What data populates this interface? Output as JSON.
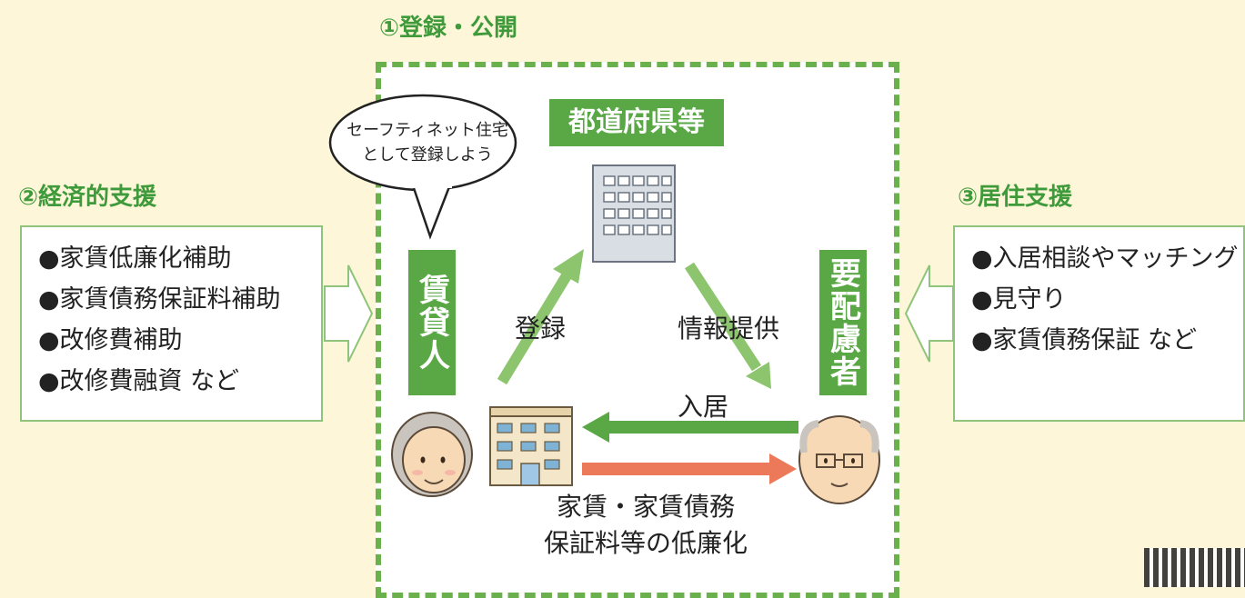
{
  "sections": {
    "registration": "①登録・公開",
    "economic": "②経済的支援",
    "residential": "③居住支援"
  },
  "center_org": "都道府県等",
  "landlord": "賃貸人",
  "tenant": "要配慮者",
  "speech_bubble": [
    "セーフティネット住宅",
    "として登録しよう"
  ],
  "arrows": {
    "register": "登録",
    "info": "情報提供",
    "move_in": "入居",
    "reduction": [
      "家賃・家賃債務",
      "保証料等の低廉化"
    ]
  },
  "economic_items": [
    "●家賃低廉化補助",
    "●家賃債務保証料補助",
    "●改修費補助",
    "●改修費融資 など"
  ],
  "residential_items": [
    "●入居相談やマッチング",
    "●見守り",
    "●家賃債務保証 など"
  ],
  "colors": {
    "green": "#5aa845",
    "light_green": "#8fc47a",
    "orange": "#ec7a5a",
    "background": "#fdf6d8"
  }
}
